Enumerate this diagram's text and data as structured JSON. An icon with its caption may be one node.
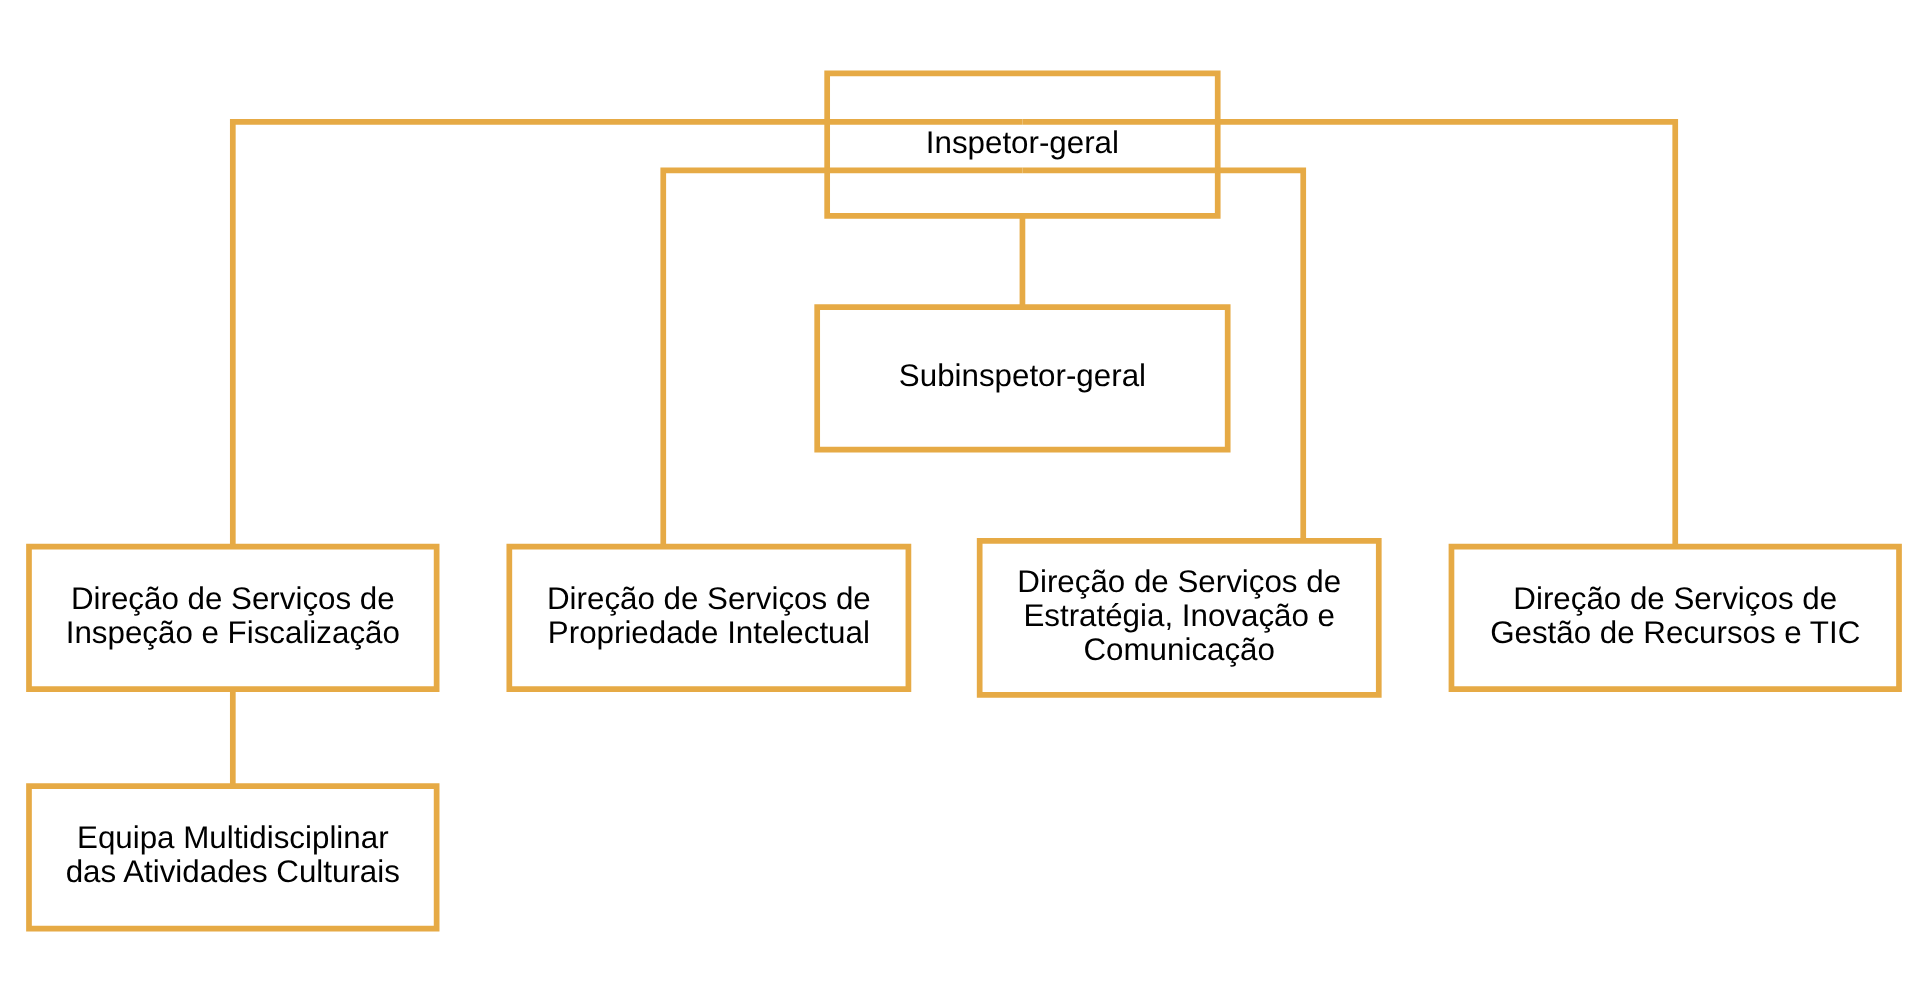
{
  "diagram": {
    "nodes": [
      {
        "text": [
          "Inspetor-geral"
        ]
      },
      {
        "text": [
          "Subinspetor-geral"
        ]
      },
      {
        "text": [
          "Direção de Serviços de Inspeção e Fiscalização"
        ]
      },
      {
        "text": [
          "Direção de Serviços de Propriedade Intelectual"
        ]
      },
      {
        "text": [
          "Direção de Serviços de Estratégia, Inovação e Comunicação"
        ]
      },
      {
        "text": [
          "Direção de Serviços de Gestão de Recursos e TIC"
        ]
      },
      {
        "text": [
          "Equipa Multidisciplinar das Atividades Culturais"
        ]
      }
    ],
    "edges": [
      {
        "from": 0,
        "to": 1,
        "arrow": "none"
      },
      {
        "from": 0,
        "to": 2,
        "arrow": "none"
      },
      {
        "from": 0,
        "to": 3,
        "arrow": "none"
      },
      {
        "from": 0,
        "to": 4,
        "arrow": "none"
      },
      {
        "from": 0,
        "to": 5,
        "arrow": "none"
      },
      {
        "from": 2,
        "to": 6,
        "arrow": "none"
      }
    ]
  }
}
